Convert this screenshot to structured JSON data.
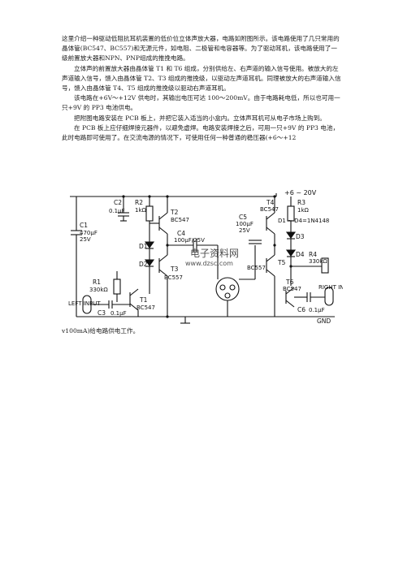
{
  "document": {
    "paragraphs": [
      "这里介绍一种驱动低阻抗耳机装置的低价位立体声放大器，电路如附图所示。该电路使用了几只常用的晶体管(BC547、BC557)和无源元件，如电阻、二极管和电容器等。为了驱动耳机，该电路使用了一级前置放大器和NPN、PNP组成的推挽电路。",
      "立体声的前置放大器由晶体管 T1 和 T6 组成，分别供给左、右声道的输入信号使用。被放大的左声道输入信号，馈入由晶体管 T2、T3 组成的推挽级，以驱动左声道耳机。同理被放大的右声道输入信号，馈入由晶体管 T4、T5 组成的推挽级以驱动右声道耳机。",
      "该电路在+6V～+12V 供电时，其输出电压可达 100～200mV。由于电路耗电低，所以也可用一只+9V 的 PP3 电池供电。",
      "把附图电路安装在 PCB 板上，并把它装入适当的小盒内。立体声耳机可从电子市场上购到。",
      "在 PCB 板上应仔细焊接元器件，以避免虚焊。电路安装焊接之后，可用一只+9V 的 PP3 电池，此时电路即可使用了。在交流电源的情况下，可使用任何一种普通的稳压器(+6～+12"
    ],
    "continuation": "v100mA)给电路供电工作。"
  },
  "schematic": {
    "supply_label": "+6 ~ 20V",
    "ground_label": "GND",
    "left_input_label": "LEFT INPUT",
    "right_input_label": "RIGHT INPUT",
    "diode_note": "D1 ~ D4=1N4148",
    "watermark_line1": "电子资料网",
    "watermark_line2": "www.dzsc.com",
    "components": {
      "c1": [
        "C1",
        "470μF",
        "25V"
      ],
      "c2": [
        "C2",
        "0.1μF"
      ],
      "c3": [
        "C3",
        "0.1μF"
      ],
      "c4": [
        "C4",
        "100μF/25V"
      ],
      "c5": [
        "C5",
        "100μF",
        "25V"
      ],
      "c6": [
        "C6",
        "0.1μF"
      ],
      "r1": [
        "R1",
        "330kΩ"
      ],
      "r2": [
        "R2",
        "1kΩ"
      ],
      "r3": [
        "R3",
        "1kΩ"
      ],
      "r4": [
        "R4",
        "330kΩ"
      ],
      "t1": [
        "T1",
        "BC547"
      ],
      "t2": [
        "T2",
        "BC547"
      ],
      "t3": [
        "T3",
        "BC557"
      ],
      "t4": [
        "T4",
        "BC547"
      ],
      "t5": [
        "T5",
        "BC557"
      ],
      "t6": [
        "T6",
        "BC547"
      ],
      "d1": "D1",
      "d2": "D2",
      "d3": "D3",
      "d4": "D4"
    }
  }
}
